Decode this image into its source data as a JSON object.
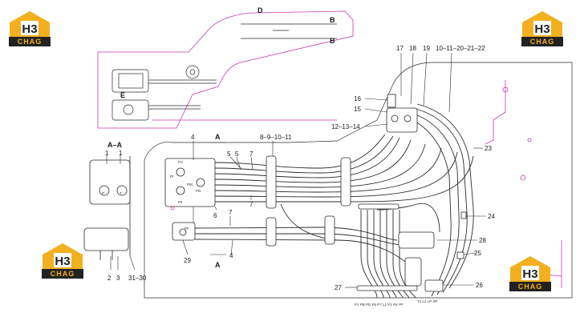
{
  "view_labels": {
    "section_aa_top": "A–A",
    "section_a_top": "A",
    "section_a_bottom": "A",
    "view_d": "D",
    "view_b_top": "B",
    "view_b_bottom": "B",
    "view_e": "E"
  },
  "callouts": {
    "c1a": "1",
    "c1b": "1",
    "c2": "2",
    "c3": "3",
    "c31_30": "31–30",
    "c4a": "4",
    "c4b": "4",
    "c5a": "5",
    "c5b": "5",
    "c6": "6",
    "c7a": "7",
    "c7b": "7",
    "c7c": "7",
    "c8_11": "8–9–10–11",
    "c12_14": "12–13–14",
    "c15": "15",
    "c16": "16",
    "c17": "17",
    "c18": "18",
    "c19": "19",
    "c10_22": "10–11–20–21–22",
    "c23": "23",
    "c24": "24",
    "c25": "25",
    "c26": "26",
    "c27": "27",
    "c28": "28",
    "c29": "29"
  },
  "port_labels": {
    "p": "P",
    "t": "T",
    "pv": "PV",
    "pi": "PI",
    "pii": "PII",
    "pf": "PF",
    "pm": "PM",
    "pn": "PN",
    "bottom_ports": "P1  PB  PD  P5  P7  L1  P2  PK  PF",
    "bottom_ports2": "T1  L2  LP  XP"
  },
  "logos": {
    "top_left": "CHAG",
    "top_right": "CHAG",
    "bottom_left": "CHAG",
    "bottom_right": "CHAG"
  },
  "logo_mark": "H3",
  "colors": {
    "line": "#2b2b2b",
    "magenta": "#c23bb0",
    "logo_gold": "#f2b01e",
    "logo_dark": "#222222"
  }
}
